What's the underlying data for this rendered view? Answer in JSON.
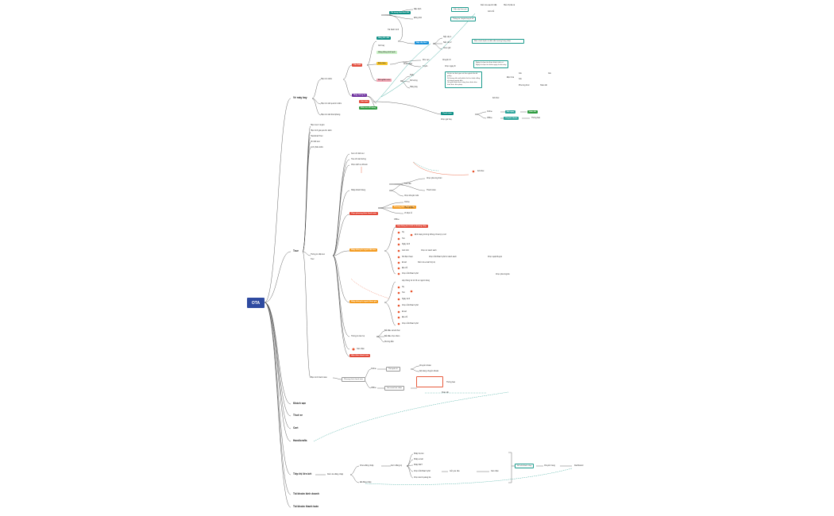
{
  "root": "OTA",
  "l1": {
    "ve_may_bay": "Vé máy bay",
    "tour": "Tour",
    "khach_san": "Khách sạn",
    "thue_xe": "Thuê xe",
    "cart": "Cart",
    "handicrafts": "Handicrafts",
    "tiep_thi_lien_ket": "Tiếp thị liên kết",
    "tai_khoan_kinh_doanh": "Tài khoản kinh doanh",
    "tai_khoan_thanh_toan": "Tài khoản thanh toán"
  },
  "flight": {
    "tim_kiem": "Hiện tìm kiếm",
    "ket_qua": "Hiện tìm kết quả tìm kiếm",
    "chi_tiet": "Hiện tìm kết thúc/phòng",
    "can_thiet": "Cần thiết",
    "tai_trong_box": "Tải trọng lượt khứ hồi",
    "hang_tot": "Hãng tốt nhất",
    "gio_bay": "Giờ bay",
    "hang_le": "Hàng đóng tính hạch",
    "sap_xep": "Sắp xếp theo",
    "dieu_kien": "Điều kiện",
    "da_nghien_cuu": "Đã nghiên cứu",
    "nhap_thong_tin": "Nhập thông tin",
    "lam_tron": "Làm tròn",
    "kiem_tra_so_luong": "Kiểm tra số lượng",
    "thanh_toan_box": "Thanh toán",
    "chon_gio_bay": "Chọn giờ bay",
    "phuong_thuc": "Phương thức",
    "gia_1": "Giá",
    "gia_2": "Giá",
    "gia_3": "Giá",
    "dat_ngay": "Đặt ngay",
    "ket_thuc": "Kết thúc",
    "sap_xep_1": "Sắp xếp 1",
    "sap_xep_2": "Sắp xếp 2",
    "chon_ngay": "Chọn ngày",
    "chon_ngay_2": "Chọn ngày đi",
    "chon_gio": "Chọn giờ",
    "note_a": "Bấm chỉnh hạnh và điền đến trường hang nhận",
    "note_b1": "Ngày đi chọn tìm theo hành trình có",
    "note_b2": "Ngày đi chọn tìm kiếm ngày đi nhà máy",
    "note_c1": "Sẽ phí và thời gian và thu ngành khi đã",
    "note_c2": "giảng",
    "note_c3": "Số lượng tiền mặt phần thứ hai hoặc đăng",
    "note_c4": "số lượng người đến",
    "note_c5": "Ghi giữa bạn khác hàng hơn đoàn hàn",
    "note_c6": "hình thức bàn phép",
    "khu_vuc": "Khu vực",
    "chuyen_di": "Chuyến đi",
    "tuyen": "Tuyến",
    "ngay": "Ngày",
    "so_luong": "Số lượng",
    "hang_bay": "Hãng bay",
    "dien_hoa": "Điện hoa",
    "hoan_tat": "Hoàn tất",
    "top_1": "Mặc định",
    "top_2": "Sắp xếp theo giá",
    "top_3": "Kiểm tra sau khi đặt",
    "top_4": "Hiển thị tất cả",
    "top_5": "Giữ chỗ",
    "dong_thoi": "Đồng thời",
    "thong_tin_chuyen_bay": "Thông tin chuyến bay đi về",
    "small_orange": "Tải hành trình"
  },
  "tour": {
    "items": [
      "Hiện tour ít tuyến",
      "Hiện tính giá quá tìm kiếm",
      "Handicraft Tour",
      "Chi tiết tour",
      "Lịch phiếu kiếm",
      "Thông tin đặt tour",
      "Tour",
      "Hiện tính thanh toán"
    ],
    "booking": {
      "xem_chi_tiet": "Xem chi tiết tour",
      "tieu_chi": "Tiêu chí tài đường",
      "chon_dich_vu": "Chọn dịch vụ đi kèm",
      "nhap_khach": "Nhập khách hàng",
      "tinh_toan": "Tính tiền",
      "chon_khuyen_mai": "Chọn khuyến mãi",
      "chon_phuong_thuc": "Chọn phương thức",
      "thanh_toan_o": "Thanh toán",
      "ket_thuc": "Kết thúc"
    },
    "orange1": "Chọn phương thức thanh toán",
    "orange2": "Nhập thông tin người đặt tour",
    "orange3": "Nhập thông tin người tham gia",
    "red1": "Lấy thông tin từ hồ sơ đường chép",
    "red2": "Hiện thêm thanh toán",
    "list_a": [
      "Họ",
      "Tên",
      "Ngày sinh",
      "Giới tính",
      "Số điện thoại",
      "Email",
      "Địa chỉ",
      "Chọn tỉnh/thành phố"
    ],
    "list_b": [
      "Lấy thông tin từ hồ sơ người dùng",
      "Họ",
      "Tên",
      "Ngày sinh",
      "Chọn tỉnh/thành phố",
      "Email",
      "Địa chỉ",
      "Chọn tỉnh/thành phố"
    ],
    "side_a": [
      "Định dạng trường không chứa ký tự số",
      "Chọn từ danh sách",
      "Chọn tỉnh/thành phố từ danh sách",
      "Chọn quận/huyện",
      "Kiểm tra email hợp lệ",
      "Chọn phường/xã"
    ],
    "thong_tin_lien_he": "Thông tin liên hệ",
    "lh_items": [
      "Bắt đầu và kết thúc",
      "Bắt đầu chọn thêm",
      "Hướng dẫn"
    ],
    "pay": {
      "phuong_thuc": "Phương thức thanh toán",
      "online": "Online",
      "offline": "Offline",
      "the_noi_dia": "Thẻ nội địa",
      "the_quoc_te": "Thẻ quốc tế",
      "vi_dien_tu": "Ví điện tử",
      "chuyen_khoan": "Chuyển khoản",
      "noi_dung": "Nội dung chuyển khoản",
      "hoan_tat": "Hoàn tất",
      "thong_bao": "Thông báo",
      "gui_email": "Gửi email xác nhận"
    }
  },
  "affiliate": {
    "kiem_tra": "Kiểm tra đăng nhập",
    "chua_dang_nhap": "Chưa đăng nhập",
    "da_dang_nhap": "Đã đăng nhập",
    "form": "Form đăng ký",
    "fields": [
      "Nhập họ tên",
      "Nhập email",
      "Nhập SĐT",
      "Chọn tỉnh/thành phố",
      "Chọn kênh quảng bá"
    ],
    "xac_nhan": "Xác nhận",
    "gui_yeu_cau": "Gửi yêu cầu",
    "ket_noi": "Kết nối thành công",
    "chuyen_trang": "Chuyển trang",
    "dashboard": "Dashboard"
  }
}
